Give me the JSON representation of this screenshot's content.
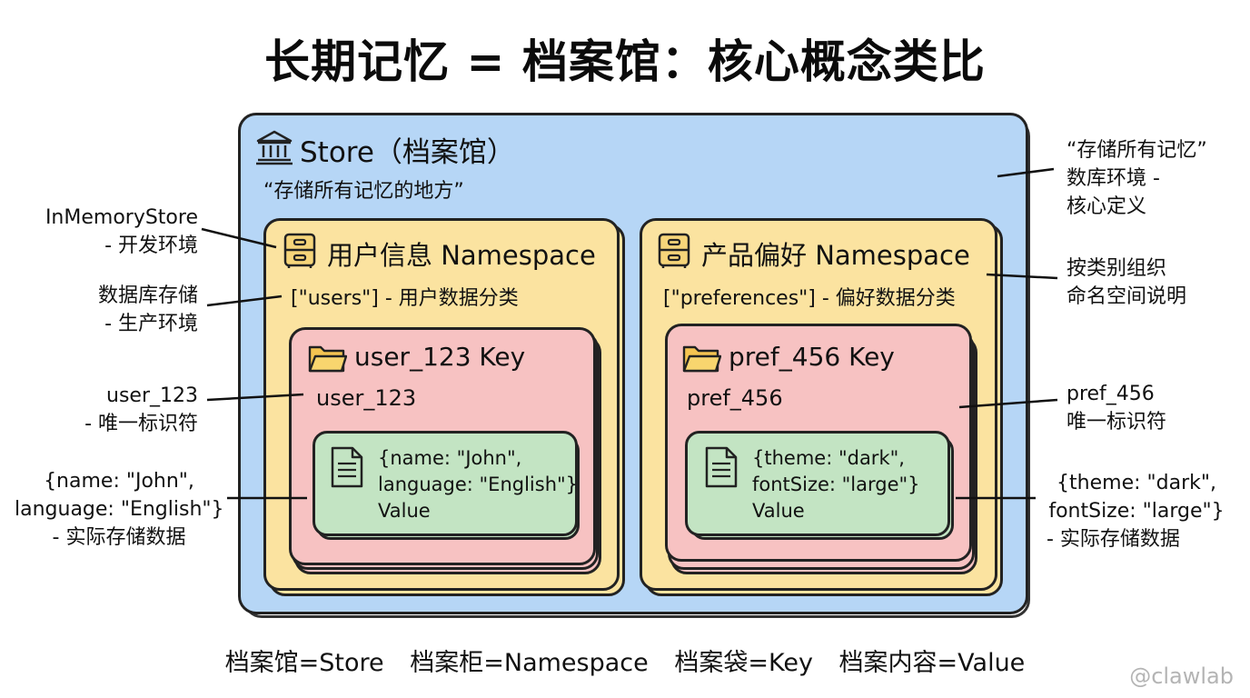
{
  "title": "长期记忆 = 档案馆：核心概念类比",
  "store": {
    "title": "Store（档案馆）",
    "subtitle": "“存储所有记忆的地方”",
    "icon": "bank-building-icon"
  },
  "namespaces": [
    {
      "title": "用户信息 Namespace",
      "path": "[\"users\"] - 用户数据分类",
      "icon": "filing-cabinet-icon",
      "key": {
        "title": "user_123 Key",
        "id": "user_123",
        "icon": "folder-icon",
        "value": {
          "lines": [
            "{name: \"John\",",
            "language: \"English\"}",
            "Value"
          ],
          "icon": "document-icon"
        }
      }
    },
    {
      "title": "产品偏好 Namespace",
      "path": "[\"preferences\"] - 偏好数据分类",
      "icon": "filing-cabinet-icon",
      "key": {
        "title": "pref_456 Key",
        "id": "pref_456",
        "icon": "folder-icon",
        "value": {
          "lines": [
            "{theme: \"dark\",",
            "fontSize: \"large\"}",
            "Value"
          ],
          "icon": "document-icon"
        }
      }
    }
  ],
  "annotations": {
    "left": [
      {
        "lines": [
          "InMemoryStore",
          "- 开发环境"
        ]
      },
      {
        "lines": [
          "数据库存储",
          "- 生产环境"
        ]
      },
      {
        "lines": [
          "user_123",
          "- 唯一标识符"
        ]
      },
      {
        "lines": [
          "{name: \"John\",",
          "language: \"English\"}",
          "- 实际存储数据"
        ]
      }
    ],
    "right": [
      {
        "lines": [
          "“存储所有记忆”",
          "数库环境 -",
          "核心定义"
        ]
      },
      {
        "lines": [
          "按类别组织",
          "命名空间说明"
        ]
      },
      {
        "lines": [
          "pref_456",
          "唯一标识符"
        ]
      },
      {
        "lines": [
          "{theme: \"dark\",",
          "fontSize: \"large\"}",
          "- 实际存储数据"
        ]
      }
    ]
  },
  "legend": [
    "档案馆=Store",
    "档案柜=Namespace",
    "档案袋=Key",
    "档案内容=Value"
  ],
  "watermark": "@clawlab",
  "colors": {
    "store": "#b6d6f6",
    "namespace": "#fbe3a0",
    "key": "#f7c2c2",
    "value": "#c3e4c3"
  }
}
